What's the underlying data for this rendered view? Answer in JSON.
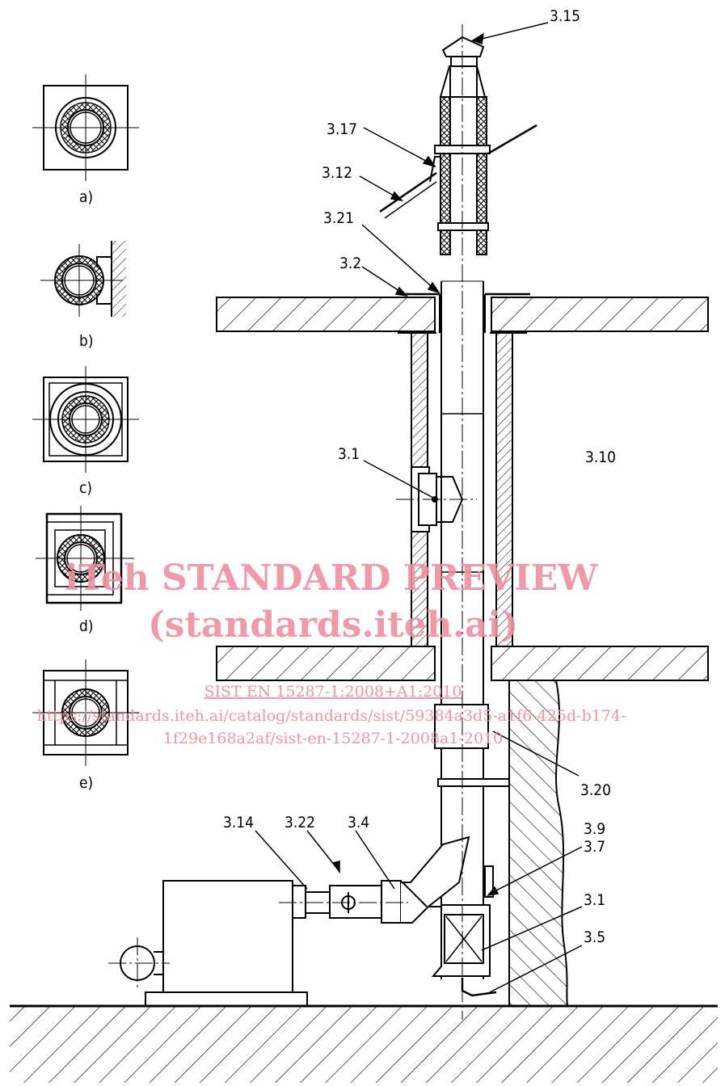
{
  "labels": {
    "l315": "3.15",
    "l317": "3.17",
    "l312": "3.12",
    "l321": "3.21",
    "l32": "3.2",
    "l31a": "3.1",
    "l310": "3.10",
    "l320": "3.20",
    "l314": "3.14",
    "l322": "3.22",
    "l34": "3.4",
    "l39": "3.9",
    "l37": "3.7",
    "l31b": "3.1",
    "l35": "3.5"
  },
  "sections": {
    "a": "a)",
    "b": "b)",
    "c": "c)",
    "d": "d)",
    "e": "e)"
  },
  "watermark": {
    "line1": "iTeh STANDARD PREVIEW",
    "line2": "(standards.iteh.ai)",
    "line3": "SIST EN 15287-1:2008+A1:2010",
    "line4": "https://standards.iteh.ai/catalog/standards/sist/59384a3d5-a1f6-425d-b174-",
    "line5": "1f29e168a2af/sist-en-15287-1-2008a1-2010"
  },
  "colors": {
    "line": "#000000",
    "watermark": "#ee8fa0"
  }
}
